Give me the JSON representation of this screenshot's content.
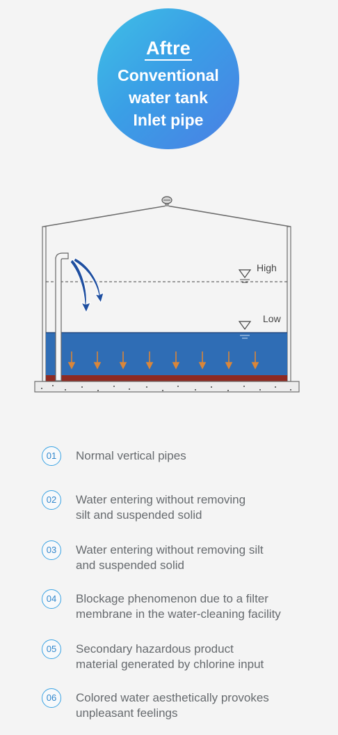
{
  "badge": {
    "kicker": "Aftre",
    "title_lines": [
      "Conventional",
      "water tank",
      "Inlet pipe"
    ]
  },
  "diagram": {
    "level_high_label": "High",
    "level_low_label": "Low",
    "colors": {
      "water": "#2f6db5",
      "sediment": "#8e2a22",
      "flow_arrow": "#1f4fa0",
      "particle_arrow": "#d9863a",
      "outline": "#6d6d6d"
    }
  },
  "items": [
    {
      "num": "01",
      "lines": [
        "Normal vertical pipes"
      ]
    },
    {
      "num": "02",
      "lines": [
        "Water entering without removing",
        "silt and suspended solid"
      ]
    },
    {
      "num": "03",
      "lines": [
        "Water entering without removing silt",
        "and suspended solid"
      ]
    },
    {
      "num": "04",
      "lines": [
        "Blockage phenomenon due to a  filter",
        "membrane in the water-cleaning facility"
      ]
    },
    {
      "num": "05",
      "lines": [
        "Secondary hazardous product",
        "material generated by chlorine input"
      ]
    },
    {
      "num": "06",
      "lines": [
        "Colored water aesthetically provokes",
        "unpleasant feelings"
      ]
    }
  ]
}
